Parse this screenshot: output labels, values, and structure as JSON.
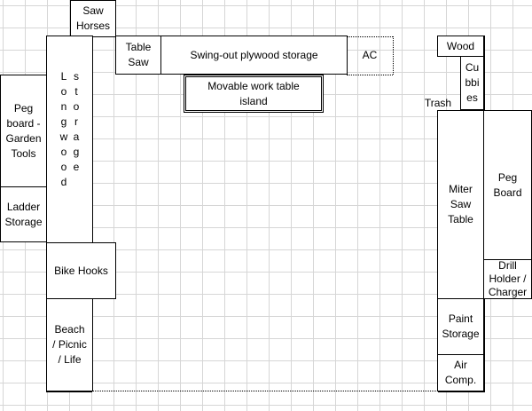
{
  "labels": {
    "saw_horses": "Saw\nHorses",
    "table_saw": "Table\nSaw",
    "plywood_storage": "Swing-out plywood storage",
    "ac": "AC",
    "work_table": "Movable work table\nisland",
    "wood": "Wood",
    "cubbies": [
      "Cu",
      "bbi",
      "es"
    ],
    "trash": "Trash",
    "pegboard_garden": "Peg\nboard -\nGarden\nTools",
    "ladder_storage": "Ladder\nStorage",
    "long_wood_col1": [
      "L",
      "o",
      "n",
      "g",
      "w",
      "o",
      "o",
      "d"
    ],
    "long_wood_col2": [
      "s",
      "t",
      "o",
      "r",
      "a",
      "g",
      "e"
    ],
    "bike_hooks": "Bike Hooks",
    "beach": "Beach\n/ Picnic\n/ Life",
    "miter_saw": "Miter\nSaw\nTable",
    "peg_board": "Peg\nBoard",
    "drill_holder": "Drill\nHolder /\nCharger",
    "paint_storage": "Paint\nStorage",
    "air_comp": "Air\nComp."
  }
}
